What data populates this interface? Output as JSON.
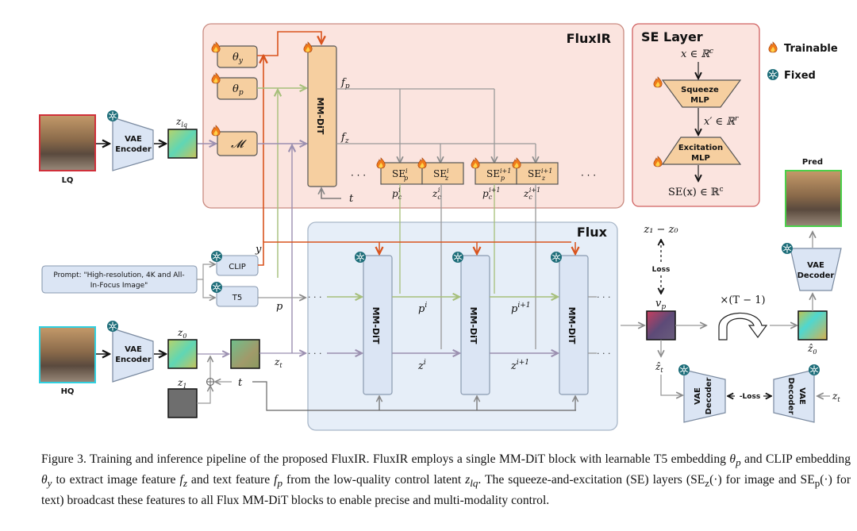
{
  "figure": {
    "fluxir_panel_title": "FluxIR",
    "flux_panel_title": "Flux",
    "se_panel": {
      "title": "SE Layer",
      "input": "x ∈ ℝ",
      "input_sup": "c",
      "squeeze": [
        "Squeeze",
        "MLP"
      ],
      "mid": "x′ ∈ ℝ",
      "mid_sup": "r",
      "excitation": [
        "Excitation",
        "MLP"
      ],
      "output": "SE(x) ∈ ℝ",
      "output_sup": "c"
    },
    "legend": [
      {
        "icon": "flame-icon",
        "label": "Trainable"
      },
      {
        "icon": "snowflake-icon",
        "label": "Fixed"
      }
    ],
    "colors": {
      "fluxir_bg": "#fbe4df",
      "fluxir_border": "#c98a80",
      "flux_bg": "#e6eef8",
      "flux_border": "#a8b6c8",
      "trainable_block": "#f6cfa0",
      "fixed_block": "#dbe5f4",
      "orange_line": "#d9541e",
      "green_line": "#a6bf7a",
      "purple_line": "#9b8fb0",
      "gray_line": "#8a8a8a"
    },
    "inputs": {
      "lq_label": "LQ",
      "hq_label": "HQ",
      "pred_label": "Pred",
      "prompt_line1": "Prompt: \"High-resolution, 4K and All-",
      "prompt_line2": "In-Focus Image\""
    },
    "blocks": {
      "vae_encoder": [
        "VAE",
        "Encoder"
      ],
      "vae_decoder": [
        "VAE",
        "Decoder"
      ],
      "clip": "CLIP",
      "t5": "T5",
      "mm_dit": "MM-DiT",
      "theta_y": "θ",
      "theta_y_sub": "y",
      "theta_p": "θ",
      "theta_p_sub": "p",
      "m": "𝓜",
      "se_blocks": [
        {
          "base": "SE",
          "sup": "i",
          "sub": "p"
        },
        {
          "base": "SE",
          "sup": "i",
          "sub": "z"
        },
        {
          "base": "SE",
          "sup": "i+1",
          "sub": "p"
        },
        {
          "base": "SE",
          "sup": "i+1",
          "sub": "z"
        }
      ]
    },
    "symbols": {
      "z_lq": "z",
      "z_lq_sub": "lq",
      "f_p": "f",
      "f_p_sub": "p",
      "f_z": "f",
      "f_z_sub": "z",
      "t": "t",
      "y": "y",
      "p": "p",
      "z0": "z",
      "z0_sub": "0",
      "z1": "z",
      "z1_sub": "1",
      "zt": "z",
      "zt_sub": "t",
      "p_c_i": [
        "p",
        "c",
        "i"
      ],
      "z_c_i": [
        "z",
        "c",
        "i"
      ],
      "p_c_i1": [
        "p",
        "c",
        "i+1"
      ],
      "z_c_i1": [
        "z",
        "c",
        "i+1"
      ],
      "p_i": [
        "p",
        "i"
      ],
      "p_i1": [
        "p",
        "i+1"
      ],
      "z_i": [
        "z",
        "i"
      ],
      "z_i1": [
        "z",
        "i+1"
      ],
      "target": "z₁ − z₀",
      "loss": "Loss",
      "v_p": "v",
      "v_p_sub": "p",
      "repeat": "×(T − 1)",
      "z0_hat": "ẑ",
      "z0_hat_sub": "0",
      "zt_hat": "ẑ",
      "zt_hat_sub": "t",
      "loss2": "-Loss",
      "dots": "· · ·"
    }
  },
  "caption": {
    "label": "Figure 3.",
    "text_parts": [
      " Training and inference pipeline of the proposed FluxIR. FluxIR employs a single MM-DiT block with learnable T5 embedding ",
      " and CLIP embedding ",
      " to extract image feature ",
      " and text feature ",
      " from the low-quality control latent ",
      ". The squeeze-and-excitation (SE) layers (SE",
      "(·) for image and SE",
      "(·) for text) broadcast these features to all Flux MM-DiT blocks to enable precise and multi-modality control."
    ],
    "math": [
      "θp",
      "θy",
      "fz",
      "fp",
      "zlq",
      "z",
      "p"
    ]
  }
}
